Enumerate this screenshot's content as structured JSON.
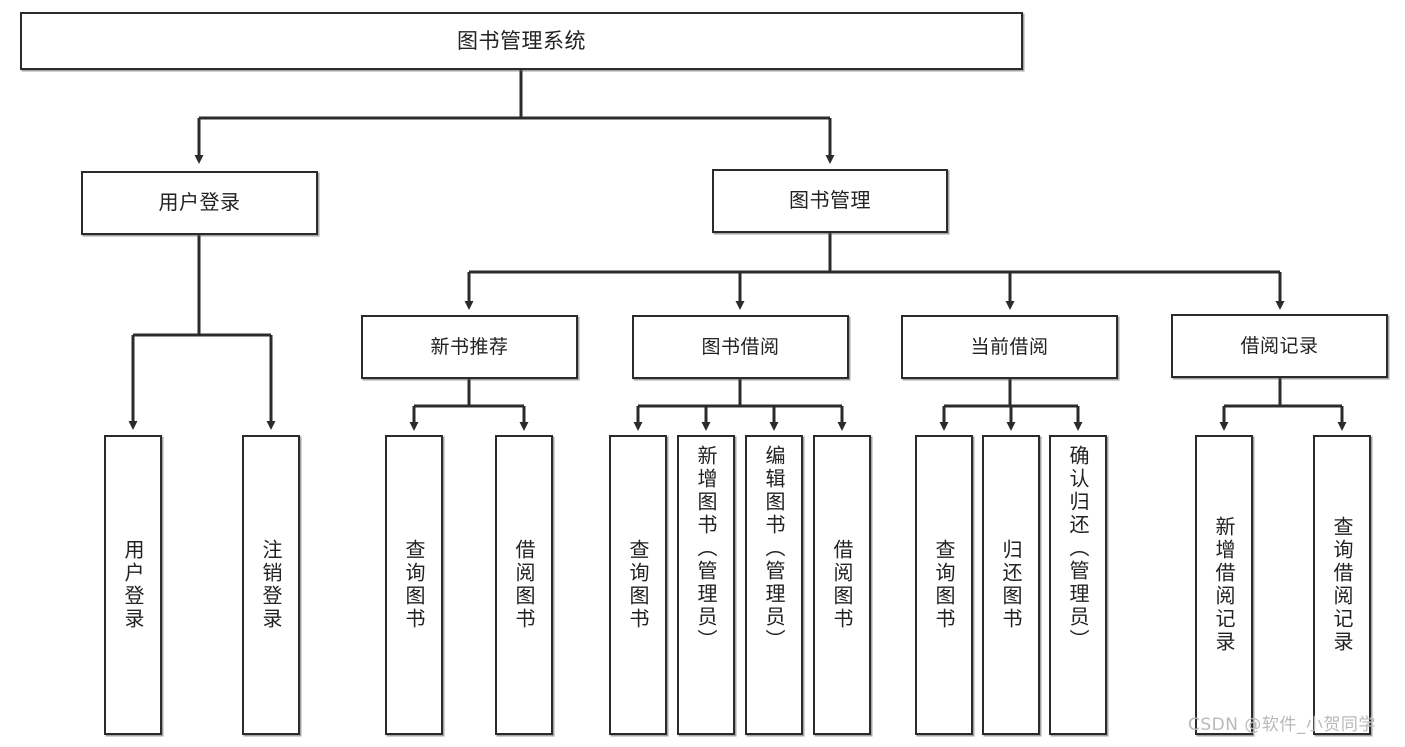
{
  "diagram": {
    "type": "hierarchy-tree",
    "title": "图书管理系统",
    "colors": {
      "box_border": "#2b2b2b",
      "box_fill": "#ffffff",
      "connector": "#2b2b2b",
      "text": "#222222",
      "watermark": "#b9b9b9"
    },
    "root": {
      "label": "图书管理系统"
    },
    "level2": [
      {
        "label": "用户登录"
      },
      {
        "label": "图书管理"
      }
    ],
    "level3": [
      {
        "label": "新书推荐"
      },
      {
        "label": "图书借阅"
      },
      {
        "label": "当前借阅"
      },
      {
        "label": "借阅记录"
      }
    ],
    "leaves": {
      "user_login": [
        {
          "label": "用户登录"
        },
        {
          "label": "注销登录"
        }
      ],
      "new_book_recommend": [
        {
          "label": "查询图书"
        },
        {
          "label": "借阅图书"
        }
      ],
      "book_borrow": [
        {
          "label": "查询图书"
        },
        {
          "label": "新增图书（管理员）"
        },
        {
          "label": "编辑图书（管理员）"
        },
        {
          "label": "借阅图书"
        }
      ],
      "current_borrow": [
        {
          "label": "查询图书"
        },
        {
          "label": "归还图书"
        },
        {
          "label": "确认归还（管理员）"
        }
      ],
      "borrow_record": [
        {
          "label": "新增借阅记录"
        },
        {
          "label": "查询借阅记录"
        }
      ]
    }
  },
  "watermark": {
    "text": "CSDN @软件_小贺同学"
  }
}
